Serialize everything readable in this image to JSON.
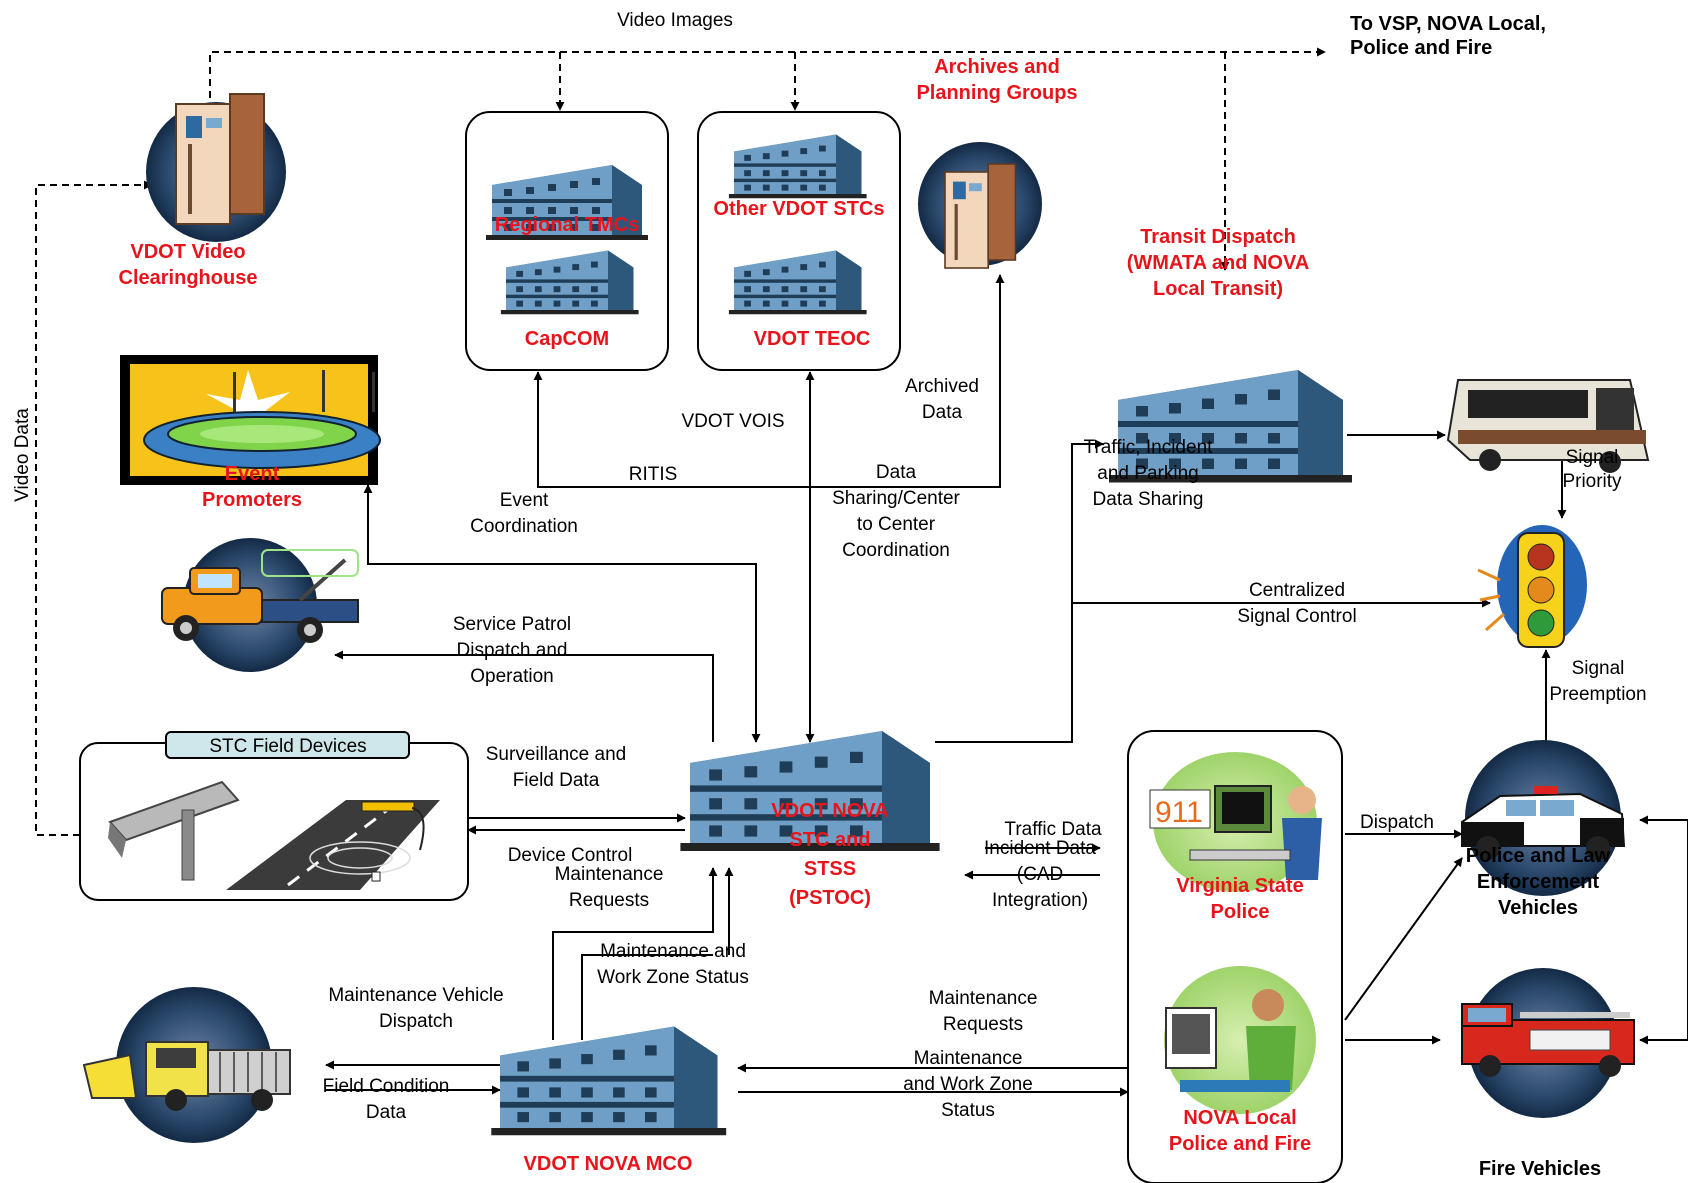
{
  "nodes": {
    "video_clearinghouse": [
      "VDOT Video",
      "Clearinghouse"
    ],
    "regional_tmcs": "Regional TMCs",
    "capcom": "CapCOM",
    "other_vdot_stcs": "Other VDOT STCs",
    "vdot_teoc": "VDOT TEOC",
    "archives": [
      "Archives and",
      "Planning Groups"
    ],
    "transit_dispatch": [
      "Transit Dispatch",
      "(WMATA and NOVA",
      "Local Transit)"
    ],
    "event_promoters": [
      "Event",
      "Promoters"
    ],
    "stc_field_devices": "STC Field Devices",
    "pstoc": [
      "VDOT NOVA",
      "STC and",
      "STSS",
      "(PSTOC)"
    ],
    "vsp": [
      "Virginia State",
      "Police"
    ],
    "nova_police_fire": [
      "NOVA Local",
      "Police and Fire"
    ],
    "police_vehicles": [
      "Police and Law",
      "Enforcement",
      "Vehicles"
    ],
    "fire_vehicles": "Fire Vehicles",
    "mco": "VDOT NOVA MCO",
    "to_vsp": [
      "To VSP, NOVA Local,",
      "Police and Fire"
    ]
  },
  "flows": {
    "video_images": "Video Images",
    "video_data": "Video Data",
    "vdot_vois": "VDOT VOIS",
    "ritis": "RITIS",
    "archived_data": [
      "Archived",
      "Data"
    ],
    "event_coordination": [
      "Event",
      "Coordination"
    ],
    "data_sharing": [
      "Data",
      "Sharing/Center",
      "to Center",
      "Coordination"
    ],
    "traffic_incident_parking": [
      "Traffic, Incident",
      "and Parking",
      "Data Sharing"
    ],
    "centralized_signal": [
      "Centralized",
      "Signal Control"
    ],
    "signal_priority": [
      "Signal",
      "Priority"
    ],
    "signal_preemption": [
      "Signal",
      "Preemption"
    ],
    "service_patrol": [
      "Service Patrol",
      "Dispatch and",
      "Operation"
    ],
    "surveillance": [
      "Surveillance and",
      "Field Data"
    ],
    "device_control": "Device Control",
    "traffic_data": "Traffic Data",
    "incident_data": [
      "Incident Data",
      "(CAD",
      "Integration)"
    ],
    "dispatch": "Dispatch",
    "maint_requests_1": [
      "Maintenance",
      "Requests"
    ],
    "maint_wz_status_1": [
      "Maintenance and",
      "Work Zone Status"
    ],
    "maint_vehicle_dispatch": [
      "Maintenance Vehicle",
      "Dispatch"
    ],
    "field_condition": [
      "Field Condition",
      "Data"
    ],
    "maint_requests_2": [
      "Maintenance",
      "Requests"
    ],
    "maint_wz_status_2": [
      "Maintenance",
      "and Work Zone",
      "Status"
    ]
  },
  "colors": {
    "node_red": "#e8141c",
    "building_blue": "#6f9fc6",
    "building_dark": "#3f6e95",
    "halo": "#1b3a5c"
  }
}
